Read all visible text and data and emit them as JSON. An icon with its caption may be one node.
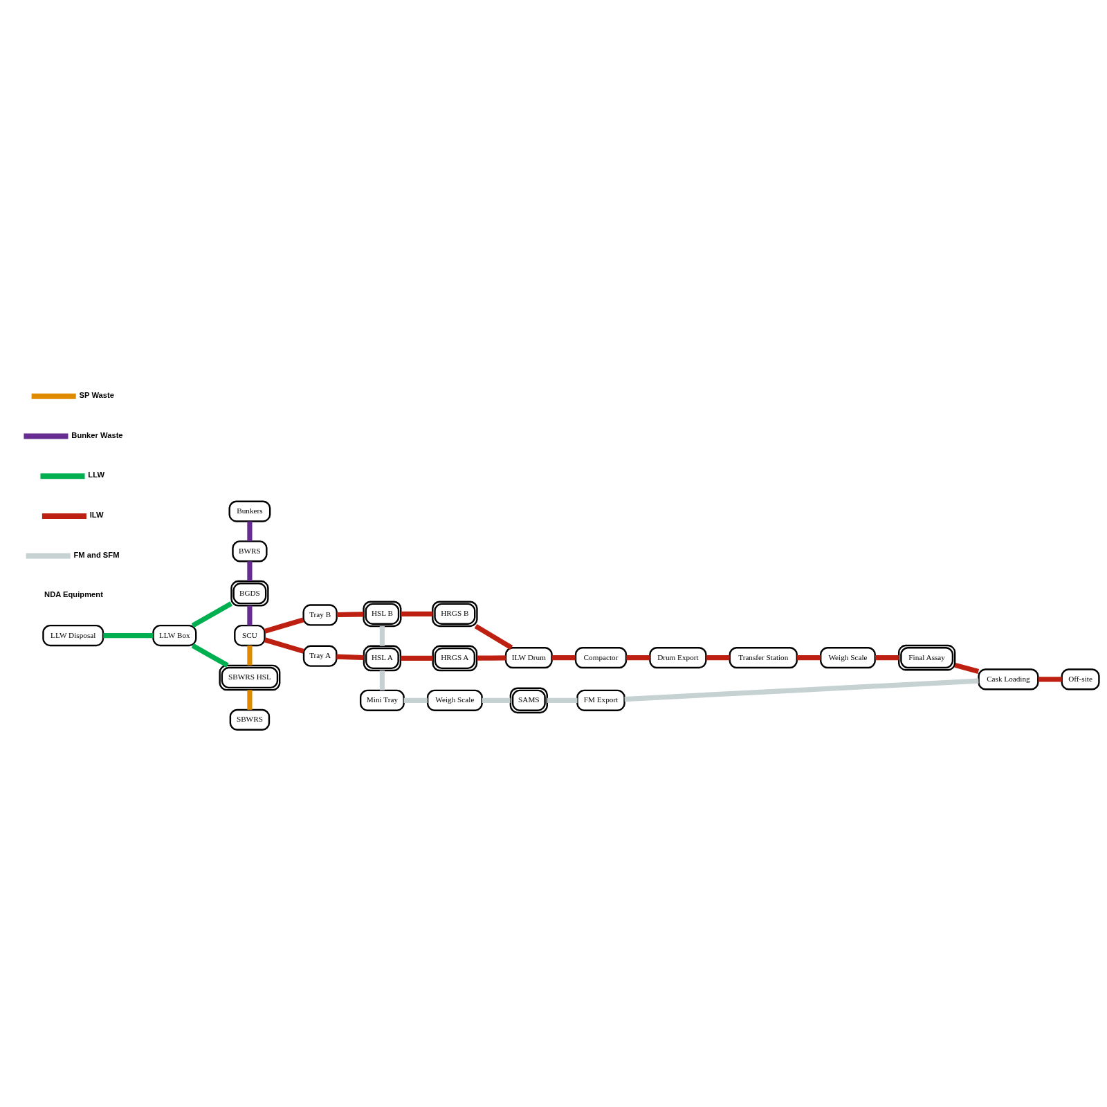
{
  "diagram": {
    "nodes": [
      {
        "text": [
          "LLW Disposal"
        ]
      },
      {
        "text": [
          "LLW Box"
        ]
      },
      {
        "text": [
          "Bunkers"
        ]
      },
      {
        "text": [
          "BWRS"
        ]
      },
      {
        "text": [
          "BGDS"
        ]
      },
      {
        "text": [
          "SCU"
        ]
      },
      {
        "text": [
          "SBWRS HSL"
        ]
      },
      {
        "text": [
          "SBWRS"
        ]
      },
      {
        "text": [
          "Tray A"
        ]
      },
      {
        "text": [
          "Tray B"
        ]
      },
      {
        "text": [
          "Mini Tray"
        ]
      },
      {
        "text": [
          "HSL A"
        ]
      },
      {
        "text": [
          "HSL B"
        ]
      },
      {
        "text": [
          "Weigh Scale"
        ]
      },
      {
        "text": [
          "SAMS"
        ]
      },
      {
        "text": [
          "FM Export"
        ]
      },
      {
        "text": [
          "HRGS A"
        ]
      },
      {
        "text": [
          "HRGS B"
        ]
      },
      {
        "text": [
          "ILW Drum"
        ]
      },
      {
        "text": [
          "Compactor"
        ]
      },
      {
        "text": [
          "Drum Export"
        ]
      },
      {
        "text": [
          "Transfer Station"
        ]
      },
      {
        "text": [
          "Weigh Scale"
        ]
      },
      {
        "text": [
          "Final Assay"
        ]
      },
      {
        "text": [
          "Cask Loading"
        ]
      },
      {
        "text": [
          "Off-site"
        ]
      }
    ],
    "edges": [
      {
        "from": 0,
        "to": 1,
        "arrow": "none",
        "color": "#00b050"
      },
      {
        "from": 1,
        "to": 4,
        "arrow": "none",
        "color": "#00b050"
      },
      {
        "from": 1,
        "to": 6,
        "arrow": "none",
        "color": "#00b050"
      },
      {
        "from": 2,
        "to": 3,
        "arrow": "none",
        "color": "#662c91"
      },
      {
        "from": 3,
        "to": 4,
        "arrow": "none",
        "color": "#662c91"
      },
      {
        "from": 4,
        "to": 5,
        "arrow": "none",
        "color": "#662c91"
      },
      {
        "from": 5,
        "to": 6,
        "arrow": "none",
        "color": "#e08a00"
      },
      {
        "from": 6,
        "to": 7,
        "arrow": "none",
        "color": "#e08a00"
      },
      {
        "from": 5,
        "to": 8,
        "arrow": "none"
      },
      {
        "from": 5,
        "to": 9,
        "arrow": "none"
      },
      {
        "from": 8,
        "to": 11,
        "arrow": "none"
      },
      {
        "from": 9,
        "to": 12,
        "arrow": "none"
      },
      {
        "from": 11,
        "to": 16,
        "arrow": "none"
      },
      {
        "from": 12,
        "to": 17,
        "arrow": "none"
      },
      {
        "from": 16,
        "to": 18,
        "arrow": "none"
      },
      {
        "from": 17,
        "to": 18,
        "arrow": "none"
      },
      {
        "from": 18,
        "to": 19,
        "arrow": "none"
      },
      {
        "from": 19,
        "to": 20,
        "arrow": "none"
      },
      {
        "from": 20,
        "to": 21,
        "arrow": "none"
      },
      {
        "from": 21,
        "to": 22,
        "arrow": "none"
      },
      {
        "from": 22,
        "to": 23,
        "arrow": "none"
      },
      {
        "from": 23,
        "to": 24,
        "arrow": "none"
      },
      {
        "from": 24,
        "to": 25,
        "arrow": "none"
      },
      {
        "from": 12,
        "to": 11,
        "arrow": "none",
        "color": "#c6d1d1"
      },
      {
        "from": 11,
        "to": 10,
        "arrow": "none",
        "color": "#c6d1d1"
      },
      {
        "from": 10,
        "to": 13,
        "arrow": "none",
        "color": "#c6d1d1"
      },
      {
        "from": 13,
        "to": 14,
        "arrow": "none",
        "color": "#c6d1d1"
      },
      {
        "from": 14,
        "to": 15,
        "arrow": "none",
        "color": "#c6d1d1"
      },
      {
        "from": 15,
        "to": 24,
        "arrow": "none",
        "color": "#c6d1d1"
      }
    ],
    "legend": [
      {
        "text": "SP Waste",
        "color": "#e08a00"
      },
      {
        "text": "Bunker Waste",
        "color": "#662c91"
      },
      {
        "text": "LLW",
        "color": "#00b050"
      },
      {
        "text": "ILW",
        "color": "#bd2011"
      },
      {
        "text": "FM and SFM",
        "color": "#c6d1d1"
      },
      {
        "text": "NDA Equipment"
      }
    ]
  }
}
